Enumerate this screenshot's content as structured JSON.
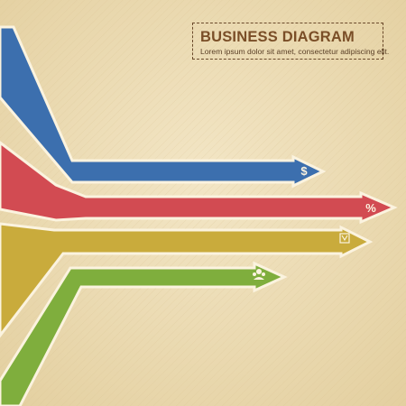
{
  "header": {
    "title": "BUSINESS DIAGRAM",
    "subtitle": "Lorem ipsum dolor sit amet, consectetur adipiscing elit."
  },
  "colors": {
    "background": "#f3e6c6",
    "background_edge": "#e3cf9f",
    "outline": "#fbf3df",
    "title_text": "#7a4e27",
    "body_text": "#5a3f27"
  },
  "arrows": [
    {
      "name": "blue",
      "color": "#3c6fae",
      "icon": "dollar-icon",
      "icon_text": "$"
    },
    {
      "name": "red",
      "color": "#d24b52",
      "icon": "percent-icon",
      "icon_text": "%"
    },
    {
      "name": "yellow",
      "color": "#c9ab3c",
      "icon": "flag-icon",
      "icon_text": ""
    },
    {
      "name": "green",
      "color": "#7fae3d",
      "icon": "people-icon",
      "icon_text": ""
    }
  ]
}
